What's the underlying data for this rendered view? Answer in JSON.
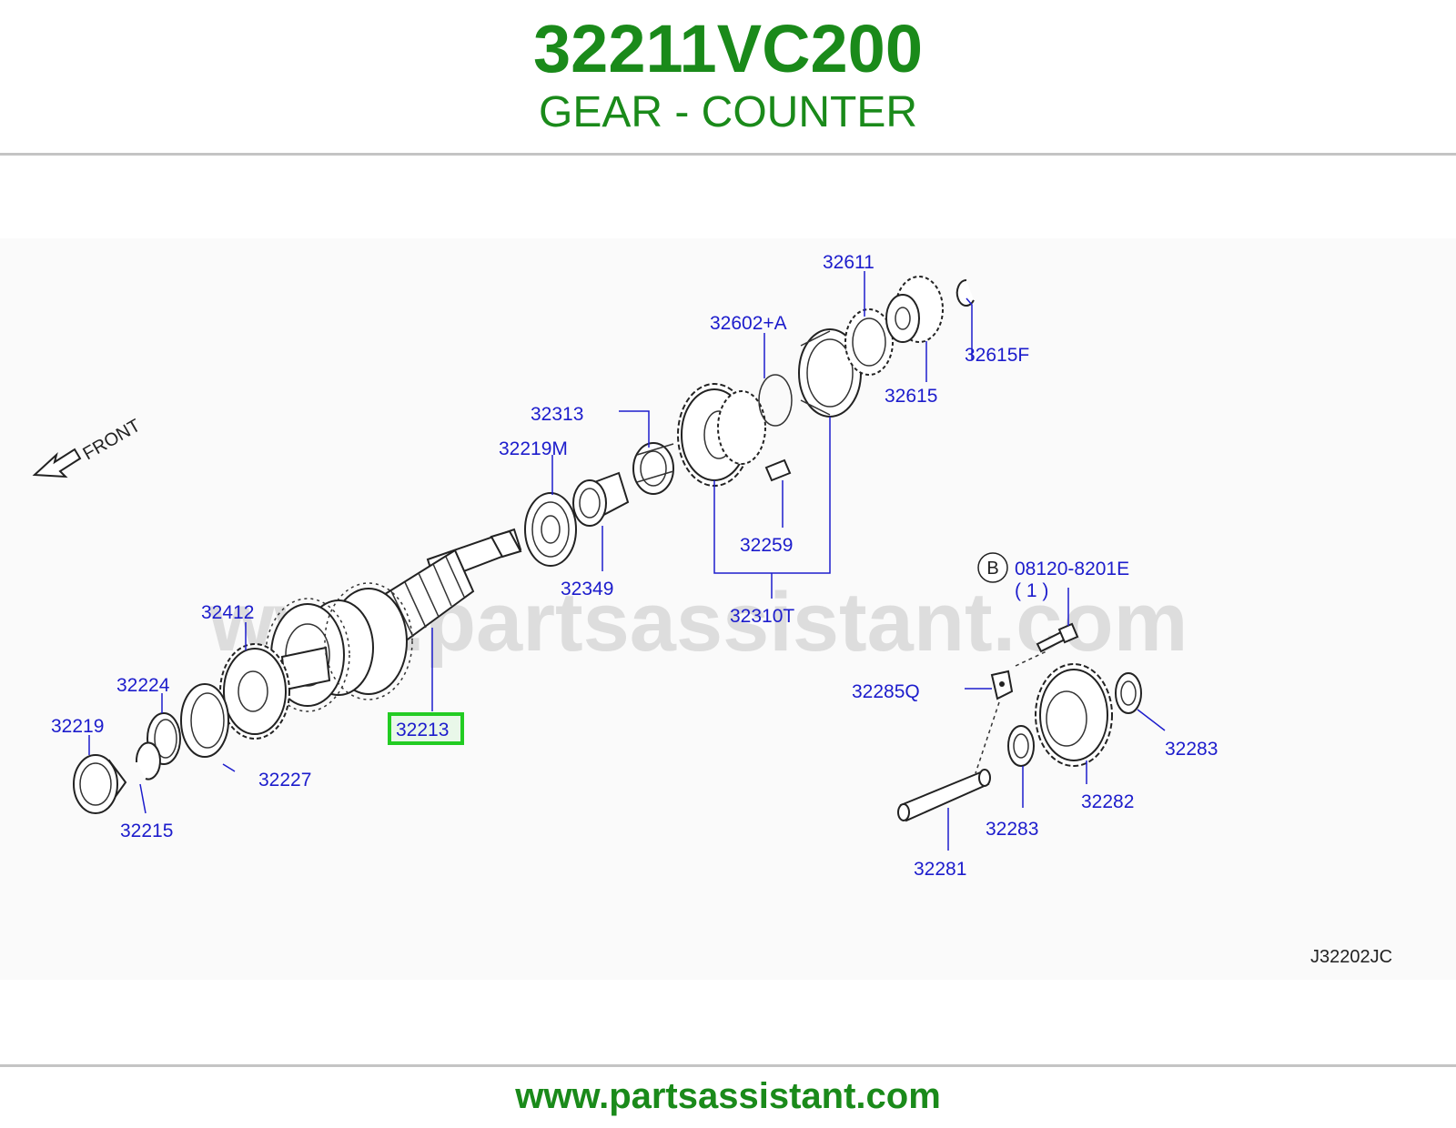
{
  "header": {
    "part_number": "32211VC200",
    "part_name": "GEAR - COUNTER"
  },
  "diagram": {
    "direction_label": "FRONT",
    "watermark": "www.partsassistant.com",
    "diagram_code": "J32202JC",
    "highlighted_part": "32213",
    "bolt_marker": "B",
    "bolt_quantity": "( 1 )",
    "callouts": {
      "c32611": "32611",
      "c32602A": "32602+A",
      "c32615F": "32615F",
      "c32615": "32615",
      "c32313": "32313",
      "c32219M": "32219M",
      "c32259": "32259",
      "c32349": "32349",
      "c32310T": "32310T",
      "c081208201E": "08120-8201E",
      "c32412": "32412",
      "c32224": "32224",
      "c32213": "32213",
      "c32219": "32219",
      "c32227": "32227",
      "c32215": "32215",
      "c32285Q": "32285Q",
      "c32283a": "32283",
      "c32283b": "32283",
      "c32282": "32282",
      "c32281": "32281"
    }
  },
  "footer": {
    "url": "www.partsassistant.com"
  },
  "colors": {
    "brand_green": "#1a8a1a",
    "callout_blue": "#1c1ccc",
    "highlight_green": "#22cc22"
  }
}
